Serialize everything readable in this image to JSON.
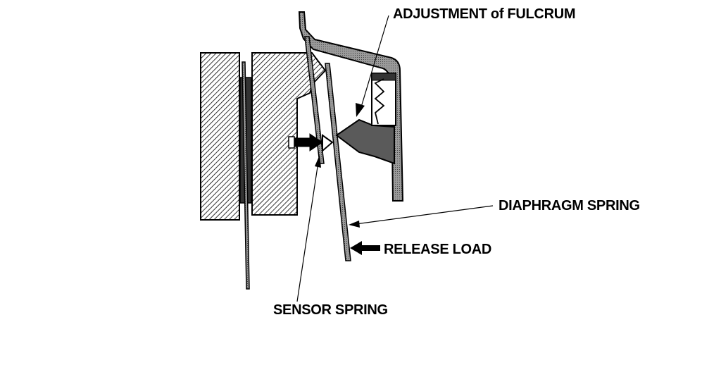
{
  "labels": {
    "adjustment_fulcrum": "ADJUSTMENT of FULCRUM",
    "diaphragm_spring": "DIAPHRAGM SPRING",
    "release_load": "RELEASE LOAD",
    "sensor_spring": "SENSOR SPRING"
  },
  "colors": {
    "ink": "#000000",
    "metal_fill": "#8c8c8c",
    "hatch": "#000000",
    "background": "#ffffff"
  }
}
